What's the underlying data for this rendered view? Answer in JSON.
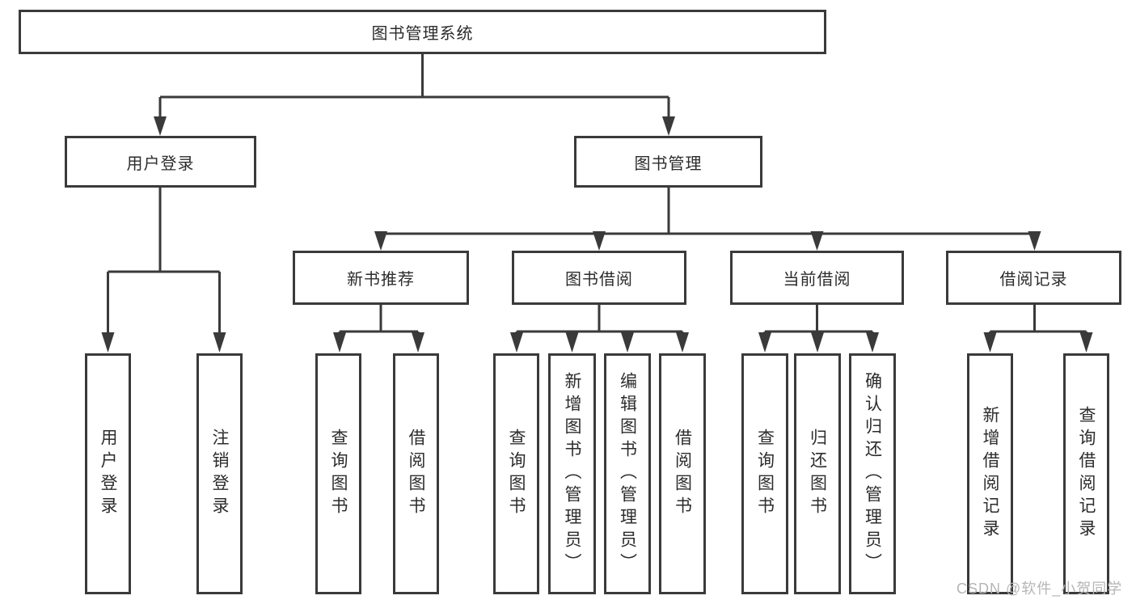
{
  "diagram": {
    "type": "hierarchy",
    "root": "图书管理系统",
    "level2": {
      "user_login": "用户登录",
      "book_manage": "图书管理"
    },
    "level3": {
      "new_book_recommend": "新书推荐",
      "book_borrow": "图书借阅",
      "current_borrow": "当前借阅",
      "borrow_records": "借阅记录"
    },
    "leaves": {
      "user_login": "用户登录",
      "logout": "注销登录",
      "nb_query_book": "查询图书",
      "nb_borrow_book": "借阅图书",
      "bb_query_book": "查询图书",
      "bb_add_book": "新增图书（管理员）",
      "bb_edit_book": "编辑图书（管理员）",
      "bb_borrow_book": "借阅图书",
      "cb_query_book": "查询图书",
      "cb_return_book": "归还图书",
      "cb_confirm_return": "确认归还（管理员）",
      "br_add_record": "新增借阅记录",
      "br_query_record": "查询借阅记录"
    },
    "edges": [
      "图书管理系统→用户登录",
      "图书管理系统→图书管理",
      "用户登录→用户登录",
      "用户登录→注销登录",
      "图书管理→新书推荐",
      "图书管理→图书借阅",
      "图书管理→当前借阅",
      "图书管理→借阅记录",
      "新书推荐→查询图书",
      "新书推荐→借阅图书",
      "图书借阅→查询图书",
      "图书借阅→新增图书（管理员）",
      "图书借阅→编辑图书（管理员）",
      "图书借阅→借阅图书",
      "当前借阅→查询图书",
      "当前借阅→归还图书",
      "当前借阅→确认归还（管理员）",
      "借阅记录→新增借阅记录",
      "借阅记录→查询借阅记录"
    ],
    "colors": {
      "line": "#3a3a3a",
      "text": "#2c2c2c",
      "background": "#ffffff",
      "watermark": "#b5b5b5"
    }
  },
  "watermark": "CSDN @软件_小贺同学"
}
